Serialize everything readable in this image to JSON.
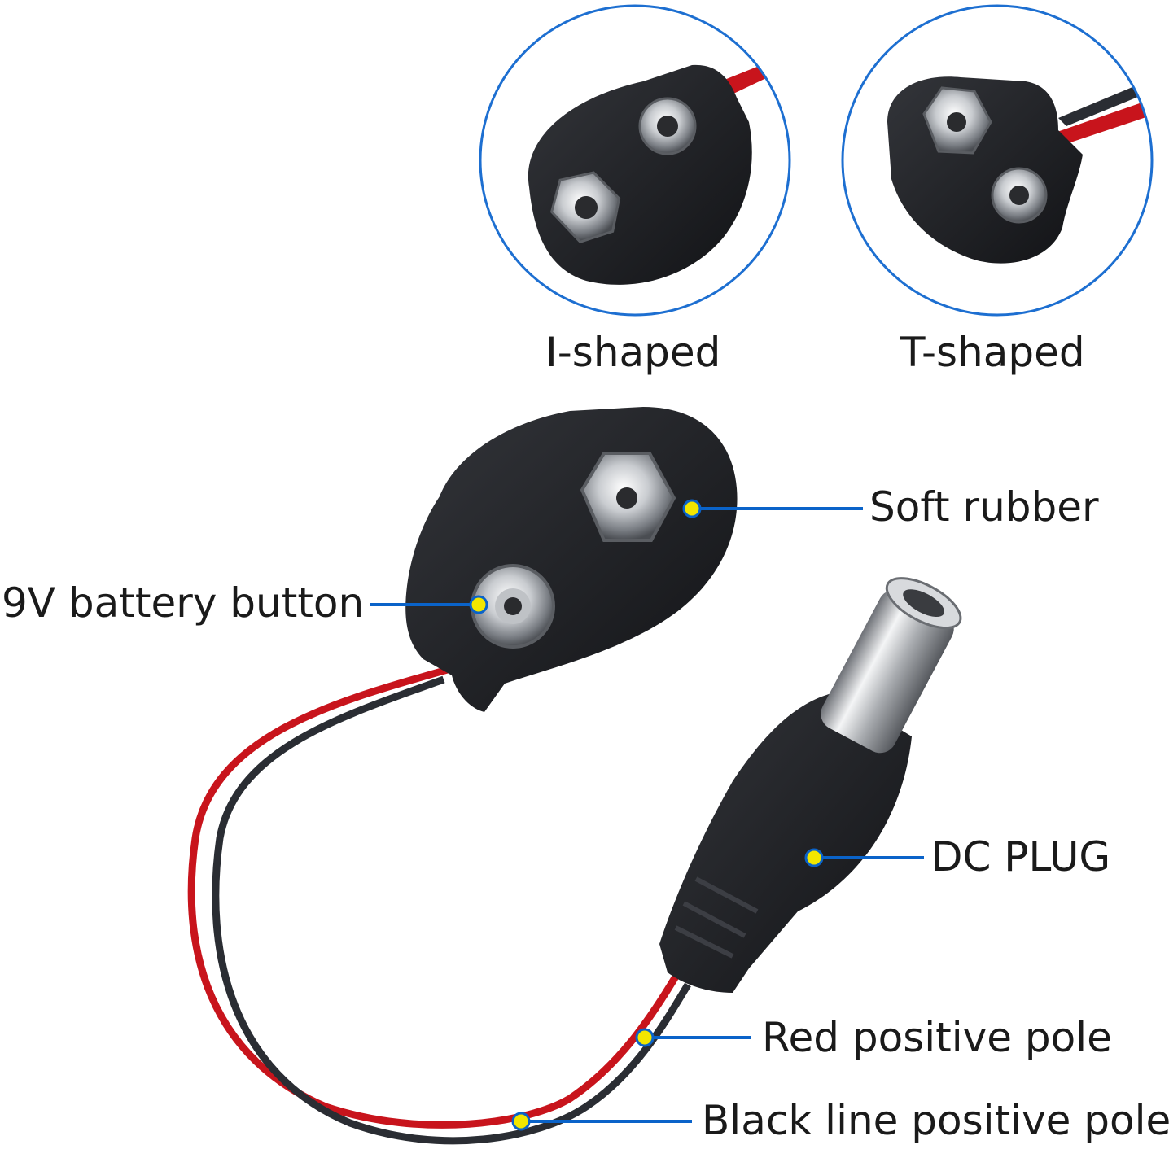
{
  "top_labels": {
    "i_shaped": "I-shaped",
    "t_shaped": "T-shaped"
  },
  "callouts": {
    "soft_rubber": "Soft rubber",
    "battery_button": "9V battery button",
    "dc_plug": "DC PLUG",
    "red_pole": "Red positive pole",
    "black_pole": "Black line positive pole"
  },
  "colors": {
    "leader_line": "#0a63c9",
    "marker_dot": "#f2e600",
    "circle_border": "#1d6fd1",
    "wire_red": "#c8141c",
    "wire_black": "#2a2d33",
    "rubber": "#1c1d21"
  }
}
